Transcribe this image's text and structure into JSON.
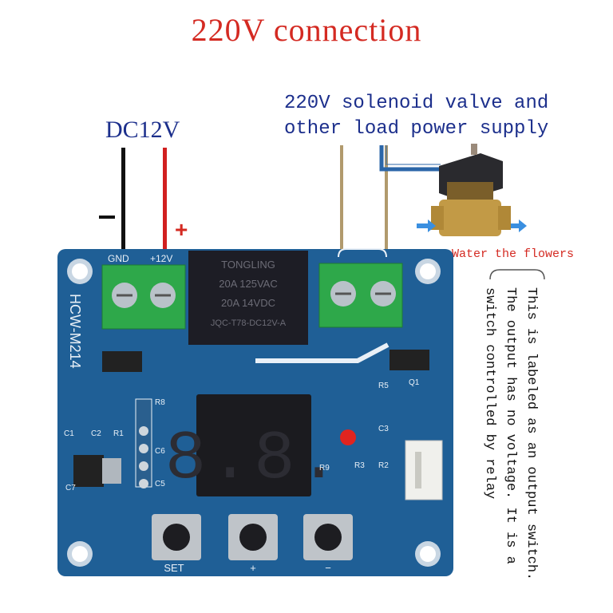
{
  "title": "220V connection",
  "dc_label": "DC12V",
  "load_label_line1": "220V solenoid valve and",
  "load_label_line2": "other load power supply",
  "polarity": {
    "negative": "−",
    "positive": "+"
  },
  "water_label": "Water the flowers",
  "output_note_lines": [
    "This is labeled as an output switch.",
    "The output has no voltage. It is a",
    "switch controlled by relay"
  ],
  "board": {
    "model": "HCW-M214",
    "gnd": "GND",
    "v12": "+12V",
    "relay_brand": "TONGLING",
    "relay_lines": [
      "20A  125VAC",
      "20A   14VDC",
      "JQC-T78-DC12V-A"
    ],
    "display": "8.8.",
    "labels": [
      "R8",
      "C6",
      "C5",
      "C1",
      "C2",
      "R1",
      "C7",
      "R5",
      "Q1",
      "C3",
      "R9",
      "R3",
      "R2"
    ],
    "buttons": {
      "set": "SET",
      "plus": "+",
      "minus": "−"
    }
  },
  "colors": {
    "title": "#d42a22",
    "labels": "#1c2f8c",
    "board": "#1f5f96",
    "terminal": "#2ea84a",
    "relay": "#1d1d25",
    "wire_black": "#111111",
    "wire_red": "#d11f1f",
    "wire_tan": "#b19a6d",
    "wire_blue": "#2b66a8"
  }
}
